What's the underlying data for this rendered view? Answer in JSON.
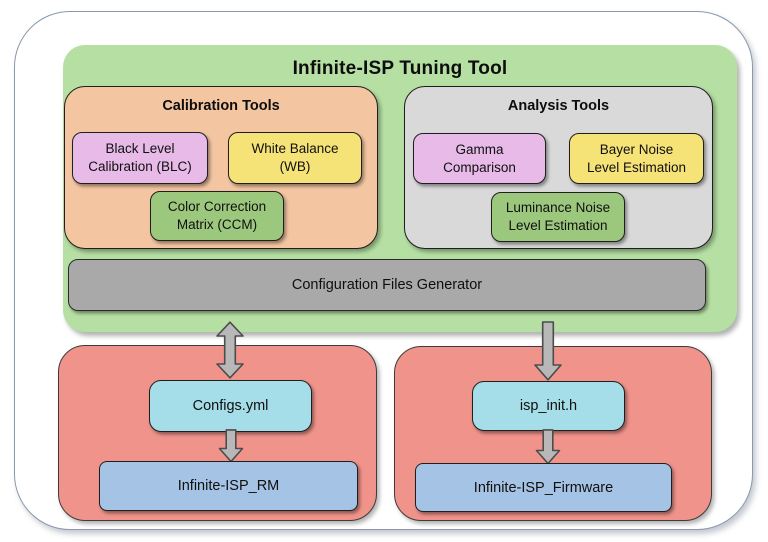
{
  "diagram": {
    "title": "Infinite-ISP Tuning Tool",
    "calibration": {
      "title": "Calibration Tools",
      "items": [
        {
          "label": "Black Level\nCalibration (BLC)",
          "color": "purple"
        },
        {
          "label": "White Balance\n(WB)",
          "color": "yellow"
        },
        {
          "label": "Color Correction\nMatrix (CCM)",
          "color": "green"
        }
      ]
    },
    "analysis": {
      "title": "Analysis Tools",
      "items": [
        {
          "label": "Gamma\nComparison",
          "color": "purple"
        },
        {
          "label": "Bayer Noise\nLevel Estimation",
          "color": "yellow"
        },
        {
          "label": "Luminance Noise\nLevel Estimation",
          "color": "green"
        }
      ]
    },
    "generator_label": "Configuration Files Generator",
    "branches": {
      "left": {
        "file": "Configs.yml",
        "target": "Infinite-ISP_RM"
      },
      "right": {
        "file": "isp_init.h",
        "target": "Infinite-ISP_Firmware"
      }
    }
  },
  "colors": {
    "panel-green": "#b6e0a3",
    "calib-bg": "#f3c5a1",
    "analysis-bg": "#d9d9d9",
    "purple": "#e7bae8",
    "yellow": "#f6e377",
    "green": "#9cc87e",
    "generator-bg": "#a9a9a9",
    "branch-bg": "#f0938a",
    "file-bg": "#a5dde8",
    "target-bg": "#a5c3e4",
    "arrow-fill": "#b8b8b8",
    "arrow-stroke": "#4c4c4c",
    "frame-border": "#8a99ad"
  }
}
